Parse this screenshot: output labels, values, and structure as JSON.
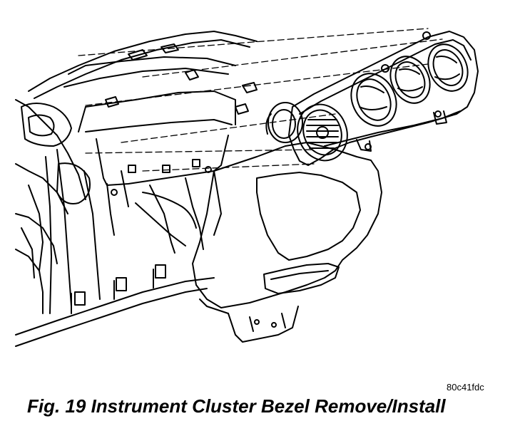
{
  "figure": {
    "art_id": "80c41fdc",
    "caption": "Fig. 19 Instrument Cluster Bezel Remove/Install",
    "components": [
      "dash-panel",
      "glove-box-opening",
      "instrument-cluster-bezel",
      "cluster-gauge-pods",
      "steering-column-opening",
      "instrument-cluster",
      "knee-bolster",
      "mounting-clips"
    ],
    "colors": {
      "line": "#000000",
      "background": "#ffffff"
    }
  }
}
